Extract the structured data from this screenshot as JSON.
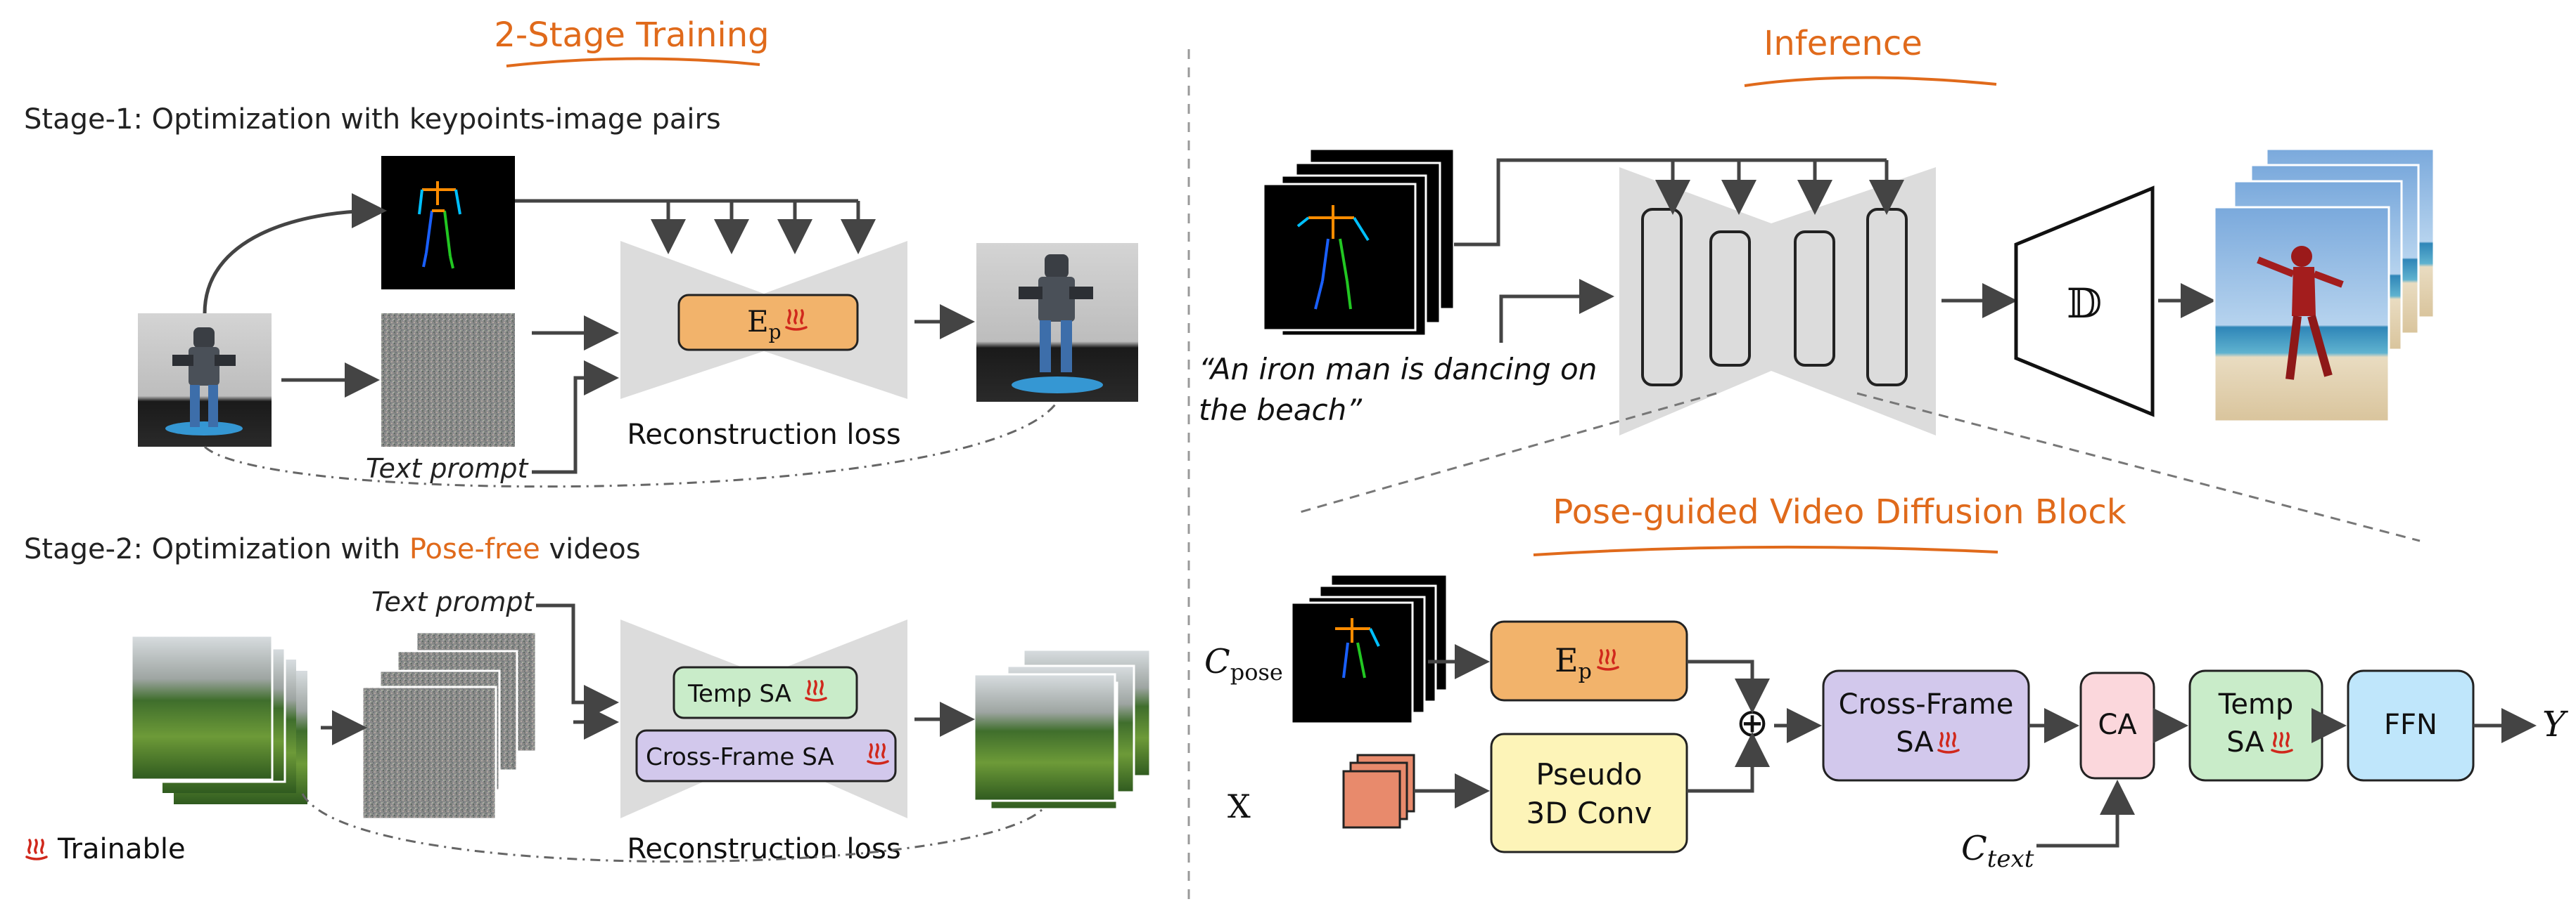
{
  "left_panel": {
    "title": "2-Stage Training",
    "stage1": {
      "heading": "Stage-1: Optimization with keypoints-image pairs",
      "encoder_label": "E",
      "encoder_sub": "p",
      "loss_label": "Reconstruction loss",
      "text_prompt": "Text prompt"
    },
    "stage2": {
      "heading_prefix": "Stage-2: Optimization with ",
      "heading_highlight": "Pose-free",
      "heading_suffix": " videos",
      "text_prompt": "Text prompt",
      "temp_sa": "Temp SA",
      "cross_frame_sa": "Cross-Frame SA",
      "loss_label": "Reconstruction loss"
    },
    "legend": {
      "trainable": "Trainable"
    }
  },
  "right_panel": {
    "title": "Inference",
    "prompt_line1": "“An iron man is dancing on",
    "prompt_line2": "the beach”",
    "decoder_label": "𝔻",
    "block_title": "Pose-guided Video Diffusion Block",
    "c_pose": "C",
    "c_pose_sub": "pose",
    "x_label": "X",
    "encoder_label": "E",
    "encoder_sub": "p",
    "pseudo_line1": "Pseudo",
    "pseudo_line2": "3D Conv",
    "oplus": "⊕",
    "cross_frame_line1": "Cross-Frame",
    "cross_frame_line2": "SA",
    "ca": "CA",
    "temp_line1": "Temp",
    "temp_line2": "SA",
    "ffn": "FFN",
    "y_label": "Y",
    "c_text": "C",
    "c_text_sub": "text"
  },
  "colors": {
    "accent_orange": "#e06a1b",
    "encoder_fill": "#f2b36b",
    "temp_fill": "#c9ecc9",
    "cross_fill": "#d2c8ec",
    "ca_fill": "#fbd7dc",
    "ffn_fill": "#bfe6fb",
    "pseudo_fill": "#fdf4b8",
    "unet_gray": "#dcdcdc",
    "arrow": "#444444"
  },
  "icons": [
    "fire-trainable-icon",
    "skeleton-pose-image",
    "robot-image",
    "landscape-video-frames",
    "iron-man-video-frames",
    "noise-image"
  ]
}
